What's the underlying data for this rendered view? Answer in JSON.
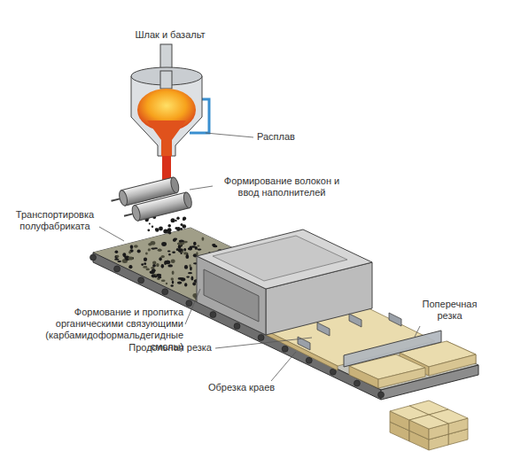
{
  "diagram": {
    "labels": [
      "Шлак и базальт",
      "Расплав",
      "Формирование волокон и ввод наполнителей",
      "Транспортировка полуфабриката",
      "Формование и пропитка органическими связующими (карбамидоформальдегидные смолы)",
      "Продольная резка",
      "Поперечная резка",
      "Обрезка краев"
    ]
  }
}
